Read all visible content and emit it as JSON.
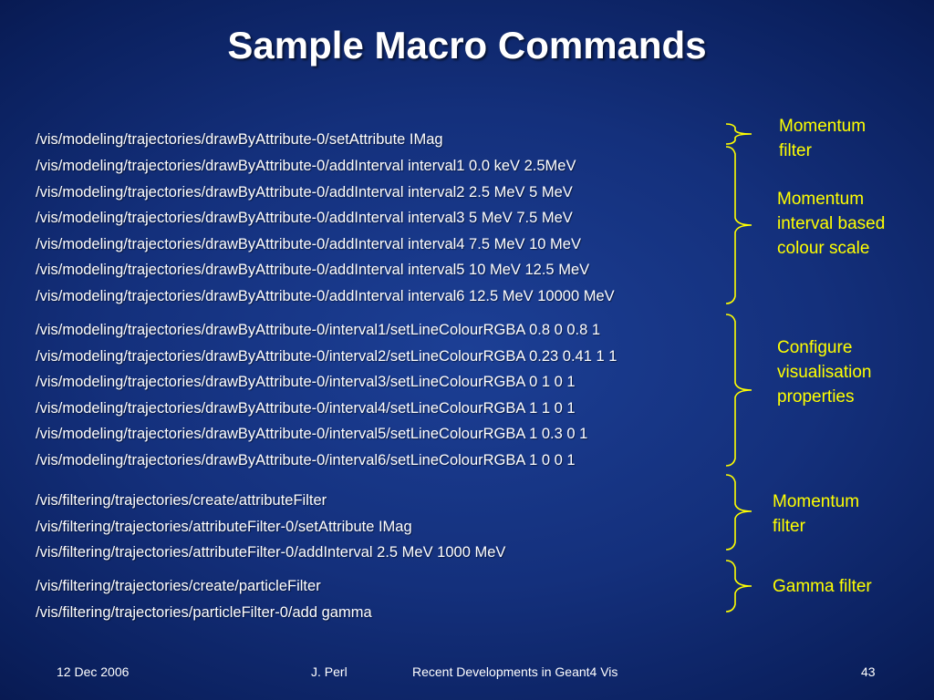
{
  "slide": {
    "title": "Sample Macro Commands",
    "colors": {
      "background": "#14307c",
      "text": "#ffffff",
      "annotation": "#ffff00"
    }
  },
  "groups": [
    {
      "commands": [
        "/vis/modeling/trajectories/drawByAttribute-0/setAttribute IMag"
      ]
    },
    {
      "commands": [
        "/vis/modeling/trajectories/drawByAttribute-0/addInterval interval1 0.0 keV 2.5MeV",
        "/vis/modeling/trajectories/drawByAttribute-0/addInterval interval2 2.5 MeV 5 MeV",
        "/vis/modeling/trajectories/drawByAttribute-0/addInterval interval3 5 MeV 7.5 MeV",
        "/vis/modeling/trajectories/drawByAttribute-0/addInterval interval4 7.5 MeV 10 MeV",
        "/vis/modeling/trajectories/drawByAttribute-0/addInterval interval5 10 MeV 12.5 MeV",
        "/vis/modeling/trajectories/drawByAttribute-0/addInterval interval6 12.5 MeV 10000 MeV"
      ]
    },
    {
      "commands": [
        "/vis/modeling/trajectories/drawByAttribute-0/interval1/setLineColourRGBA 0.8 0 0.8 1",
        "/vis/modeling/trajectories/drawByAttribute-0/interval2/setLineColourRGBA 0.23 0.41 1 1",
        "/vis/modeling/trajectories/drawByAttribute-0/interval3/setLineColourRGBA 0 1 0 1",
        "/vis/modeling/trajectories/drawByAttribute-0/interval4/setLineColourRGBA 1 1 0 1",
        "/vis/modeling/trajectories/drawByAttribute-0/interval5/setLineColourRGBA 1 0.3 0 1",
        "/vis/modeling/trajectories/drawByAttribute-0/interval6/setLineColourRGBA 1 0 0 1"
      ]
    },
    {
      "commands": [
        "/vis/filtering/trajectories/create/attributeFilter",
        "/vis/filtering/trajectories/attributeFilter-0/setAttribute IMag",
        "/vis/filtering/trajectories/attributeFilter-0/addInterval 2.5 MeV 1000 MeV"
      ]
    },
    {
      "commands": [
        "/vis/filtering/trajectories/create/particleFilter",
        "/vis/filtering/trajectories/particleFilter-0/add gamma"
      ]
    }
  ],
  "annotations": [
    {
      "lines": [
        "Momentum",
        "filter"
      ]
    },
    {
      "lines": [
        "Momentum",
        "interval based",
        "colour scale"
      ]
    },
    {
      "lines": [
        "Configure",
        "visualisation",
        "properties"
      ]
    },
    {
      "lines": [
        "Momentum",
        "filter"
      ]
    },
    {
      "lines": [
        "Gamma filter"
      ]
    }
  ],
  "footer": {
    "date": "12 Dec 2006",
    "author": "J. Perl",
    "talk_title": "Recent Developments in Geant4 Vis",
    "page_number": "43"
  }
}
